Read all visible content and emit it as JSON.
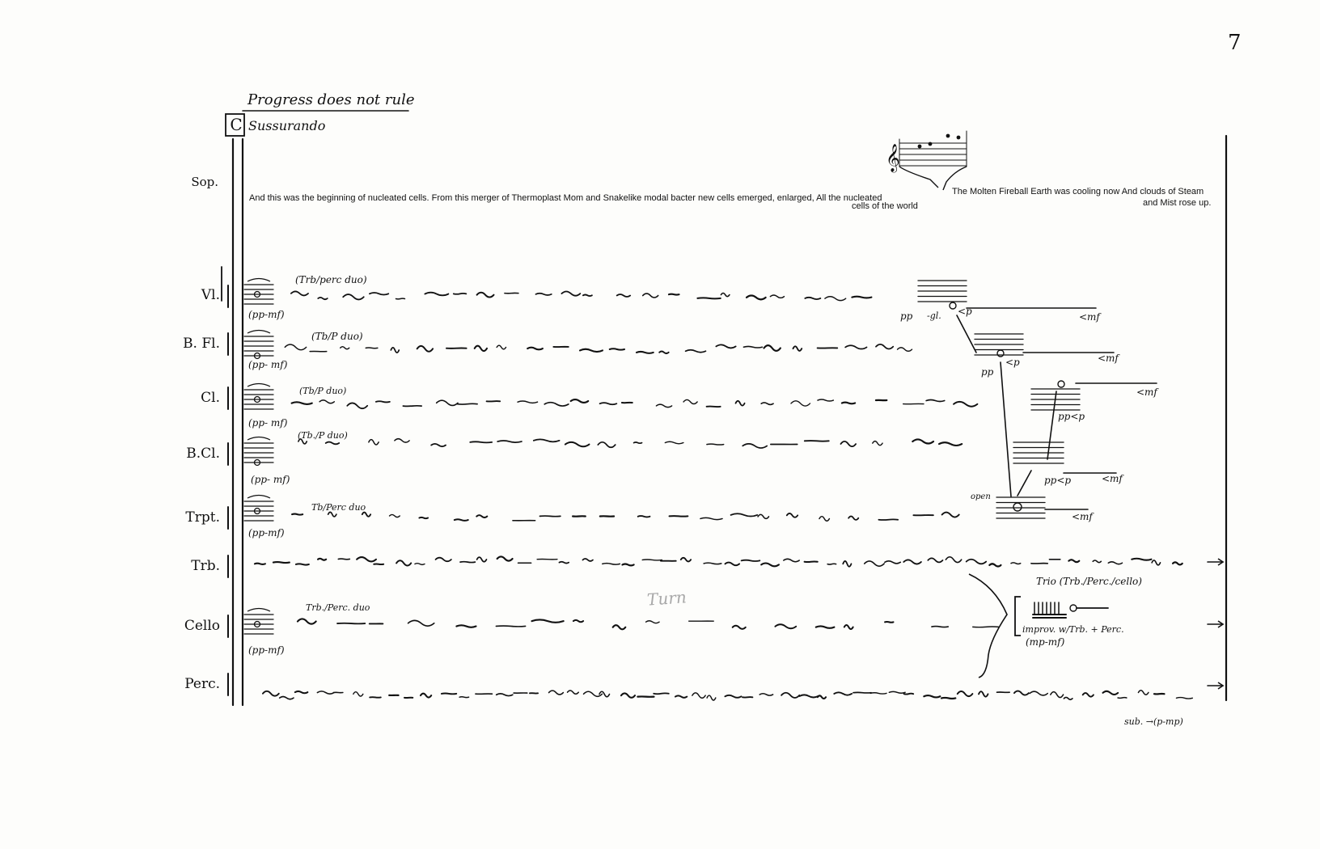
{
  "page_number": "7",
  "title": "Progress does not rule",
  "rehearsal_mark": "C",
  "tempo_marking": "Sussurando",
  "soprano": {
    "label": "Sop.",
    "lyrics_1": "And this was the beginning of nucleated cells. From this merger of Thermoplast Mom and Snakelike modal bacter new cells emerged, enlarged, All the nucleated",
    "lyrics_1b": "cells of the world",
    "lyrics_2": "The Molten Fireball Earth was cooling now And clouds of Steam",
    "lyrics_2b": "and Mist   rose up."
  },
  "instruments": [
    {
      "label": "Vl.",
      "duo": "(Trb/perc duo)",
      "dynamic": "(pp-mf)"
    },
    {
      "label": "B. Fl.",
      "duo": "(Tb/P duo)",
      "dynamic": "(pp- mf)"
    },
    {
      "label": "Cl.",
      "duo": "(Tb/P duo)",
      "dynamic": "(pp- mf)"
    },
    {
      "label": "B.Cl.",
      "duo": "(Tb./P duo)",
      "dynamic": "(pp- mf)"
    },
    {
      "label": "Trpt.",
      "duo": "Tb/Perc duo",
      "dynamic": "(pp-mf)"
    },
    {
      "label": "Trb.",
      "duo": "",
      "dynamic": ""
    },
    {
      "label": "Cello",
      "duo": "Trb./Perc. duo",
      "dynamic": "(pp-mf)"
    },
    {
      "label": "Perc.",
      "duo": "",
      "dynamic": ""
    }
  ],
  "sustain_markings": {
    "vl": {
      "start": "pp",
      "gliss": "-gl.",
      "cresc": "<p",
      "end": "<mf"
    },
    "bfl": {
      "start": "pp",
      "cresc": "<p",
      "end": "<mf"
    },
    "cl": {
      "cresc": "pp<p",
      "end": "<mf"
    },
    "bcl": {
      "cresc": "pp<p",
      "end": "<mf"
    },
    "trpt": {
      "open": "open",
      "end": "<mf"
    }
  },
  "trio": {
    "title": "Trio (Trb./Perc./cello)",
    "instruction": "improv. w/Trb. + Perc.",
    "dynamic": "(mp-mf)"
  },
  "perc_end": "sub. →(p-mp)",
  "pencil_note": "Turn",
  "ink_color": "#111111",
  "pencil_color": "#9a9a9a"
}
